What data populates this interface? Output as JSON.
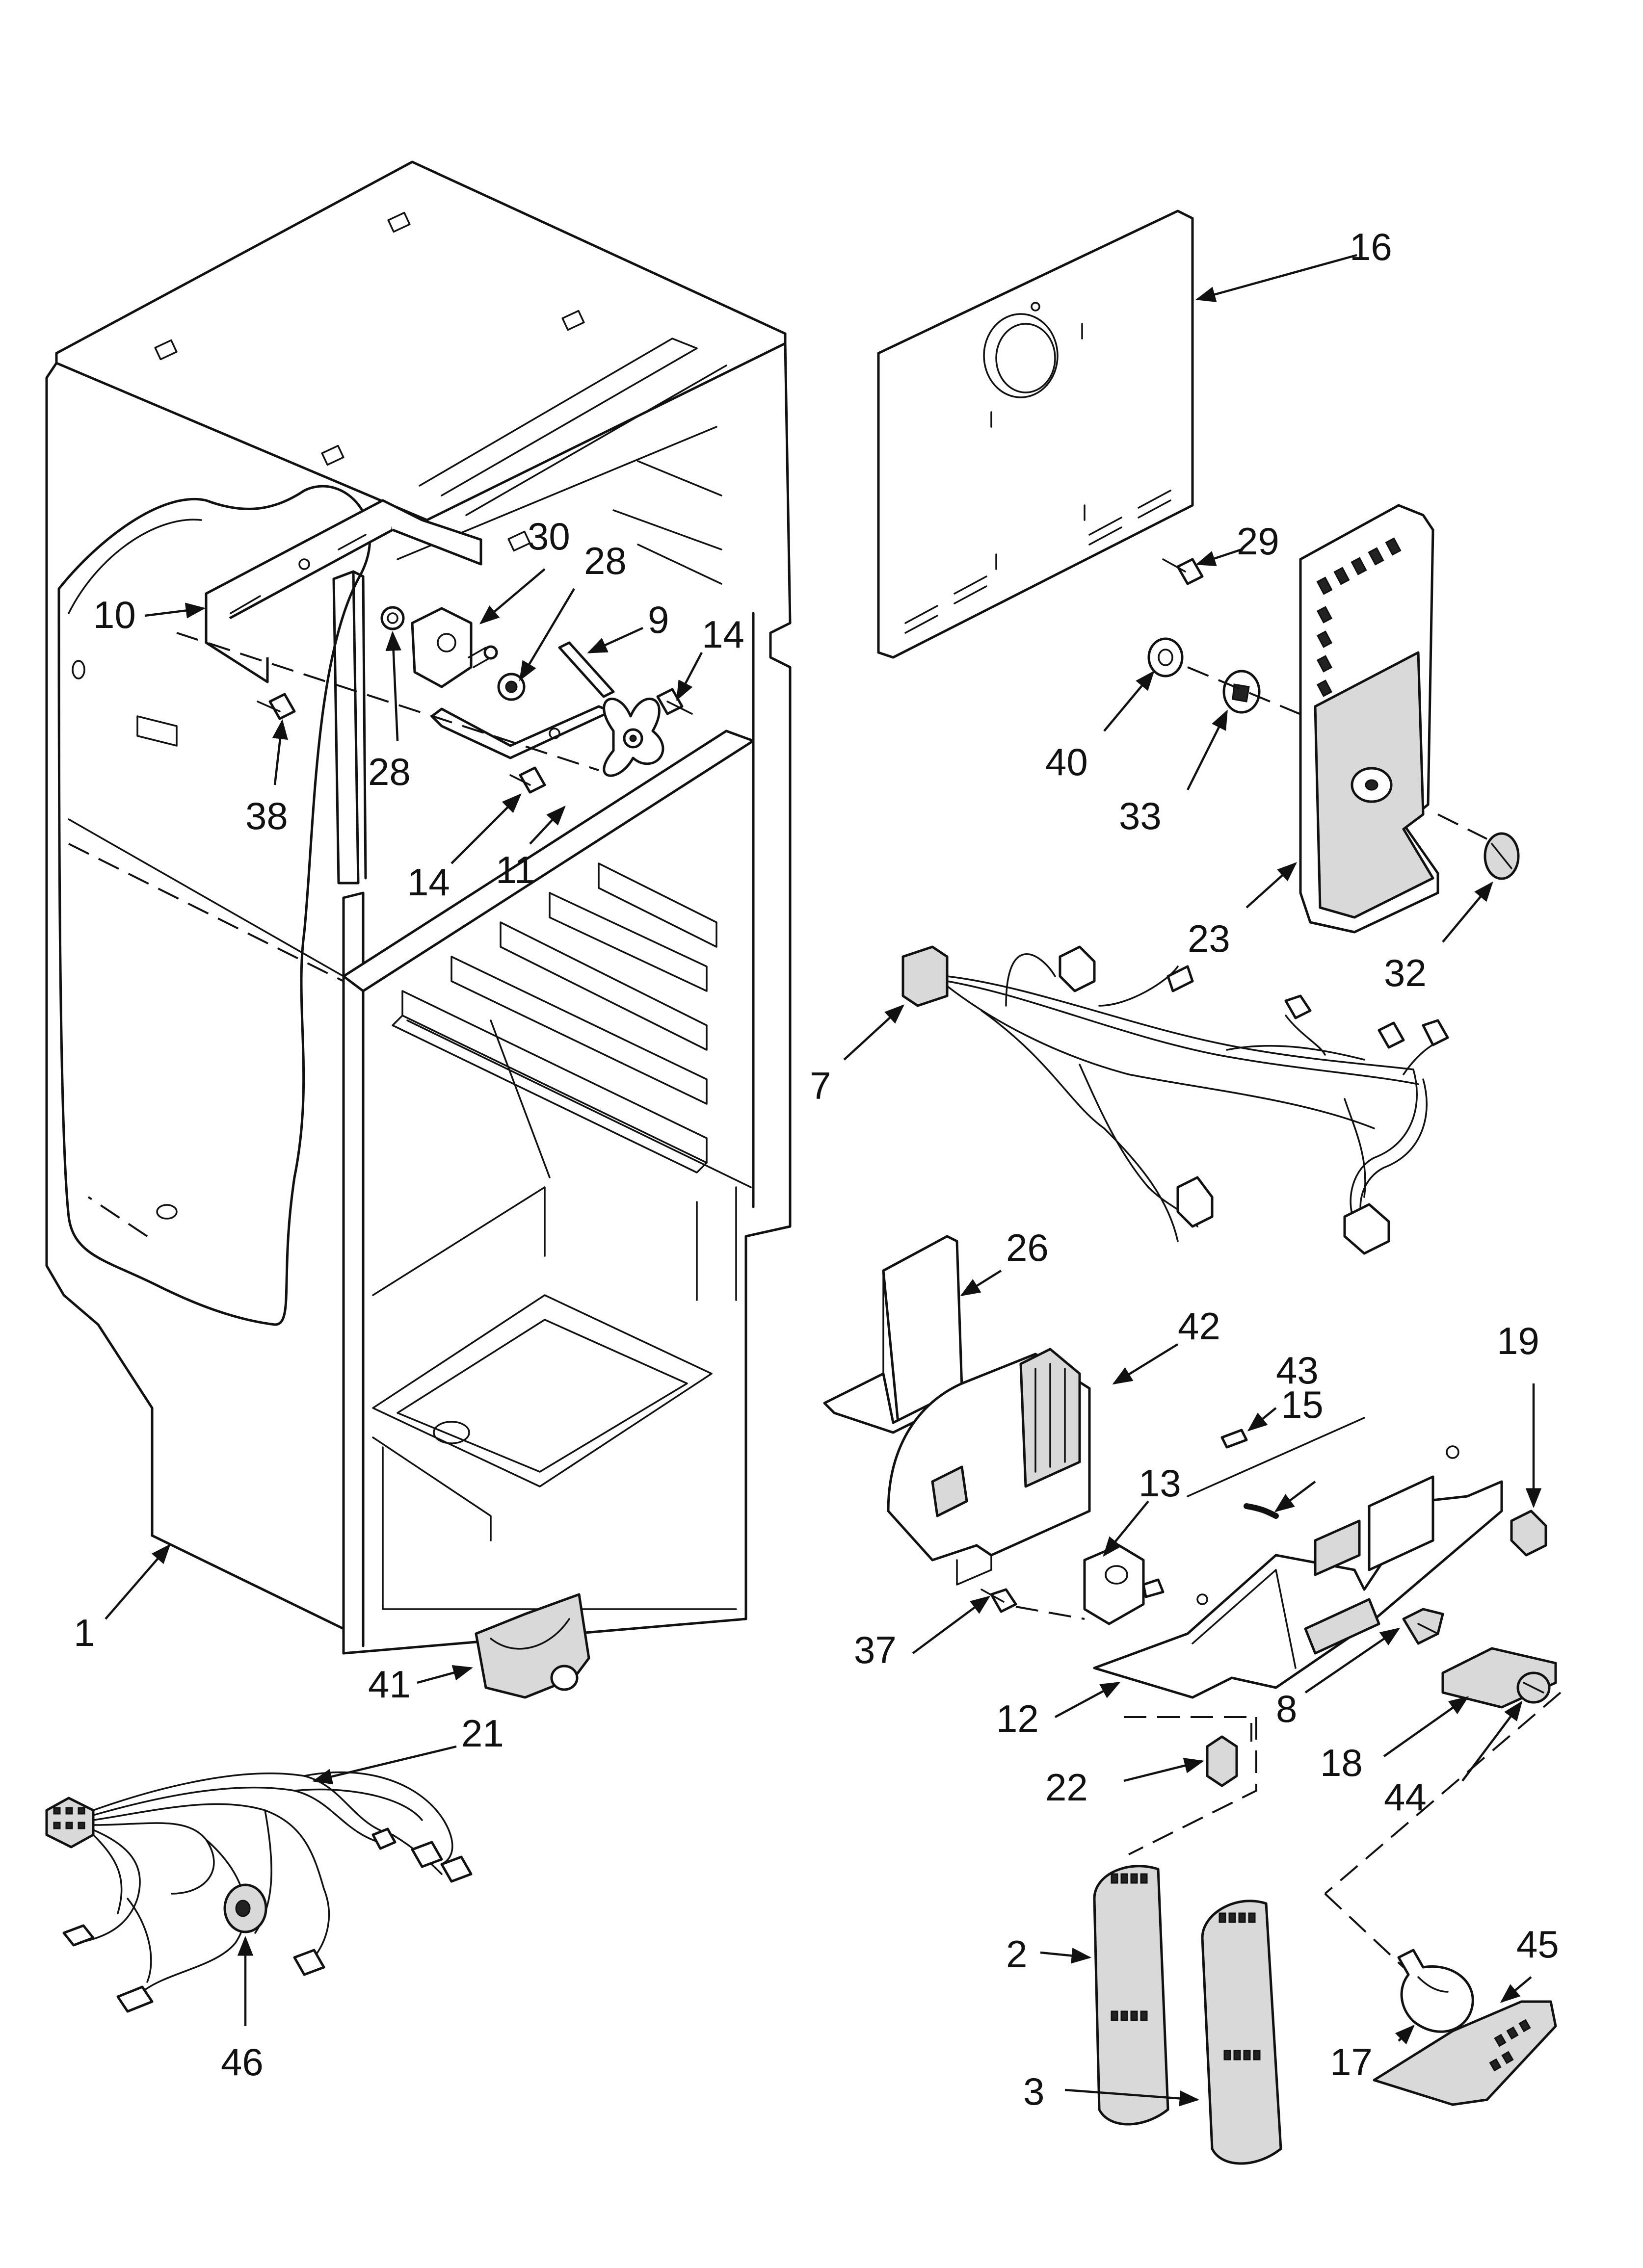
{
  "callouts": [
    {
      "id": "c1",
      "label": "1"
    },
    {
      "id": "c2",
      "label": "2"
    },
    {
      "id": "c3",
      "label": "3"
    },
    {
      "id": "c7",
      "label": "7"
    },
    {
      "id": "c8",
      "label": "8"
    },
    {
      "id": "c9",
      "label": "9"
    },
    {
      "id": "c10",
      "label": "10"
    },
    {
      "id": "c11",
      "label": "11"
    },
    {
      "id": "c12",
      "label": "12"
    },
    {
      "id": "c13",
      "label": "13"
    },
    {
      "id": "c14a",
      "label": "14"
    },
    {
      "id": "c14b",
      "label": "14"
    },
    {
      "id": "c15",
      "label": "15"
    },
    {
      "id": "c16",
      "label": "16"
    },
    {
      "id": "c17",
      "label": "17"
    },
    {
      "id": "c18",
      "label": "18"
    },
    {
      "id": "c19",
      "label": "19"
    },
    {
      "id": "c21",
      "label": "21"
    },
    {
      "id": "c22",
      "label": "22"
    },
    {
      "id": "c23",
      "label": "23"
    },
    {
      "id": "c26",
      "label": "26"
    },
    {
      "id": "c28a",
      "label": "28"
    },
    {
      "id": "c28b",
      "label": "28"
    },
    {
      "id": "c29",
      "label": "29"
    },
    {
      "id": "c30",
      "label": "30"
    },
    {
      "id": "c32",
      "label": "32"
    },
    {
      "id": "c33",
      "label": "33"
    },
    {
      "id": "c37",
      "label": "37"
    },
    {
      "id": "c38",
      "label": "38"
    },
    {
      "id": "c40",
      "label": "40"
    },
    {
      "id": "c41",
      "label": "41"
    },
    {
      "id": "c42",
      "label": "42"
    },
    {
      "id": "c43",
      "label": "43"
    },
    {
      "id": "c44",
      "label": "44"
    },
    {
      "id": "c45",
      "label": "45"
    },
    {
      "id": "c46",
      "label": "46"
    }
  ]
}
